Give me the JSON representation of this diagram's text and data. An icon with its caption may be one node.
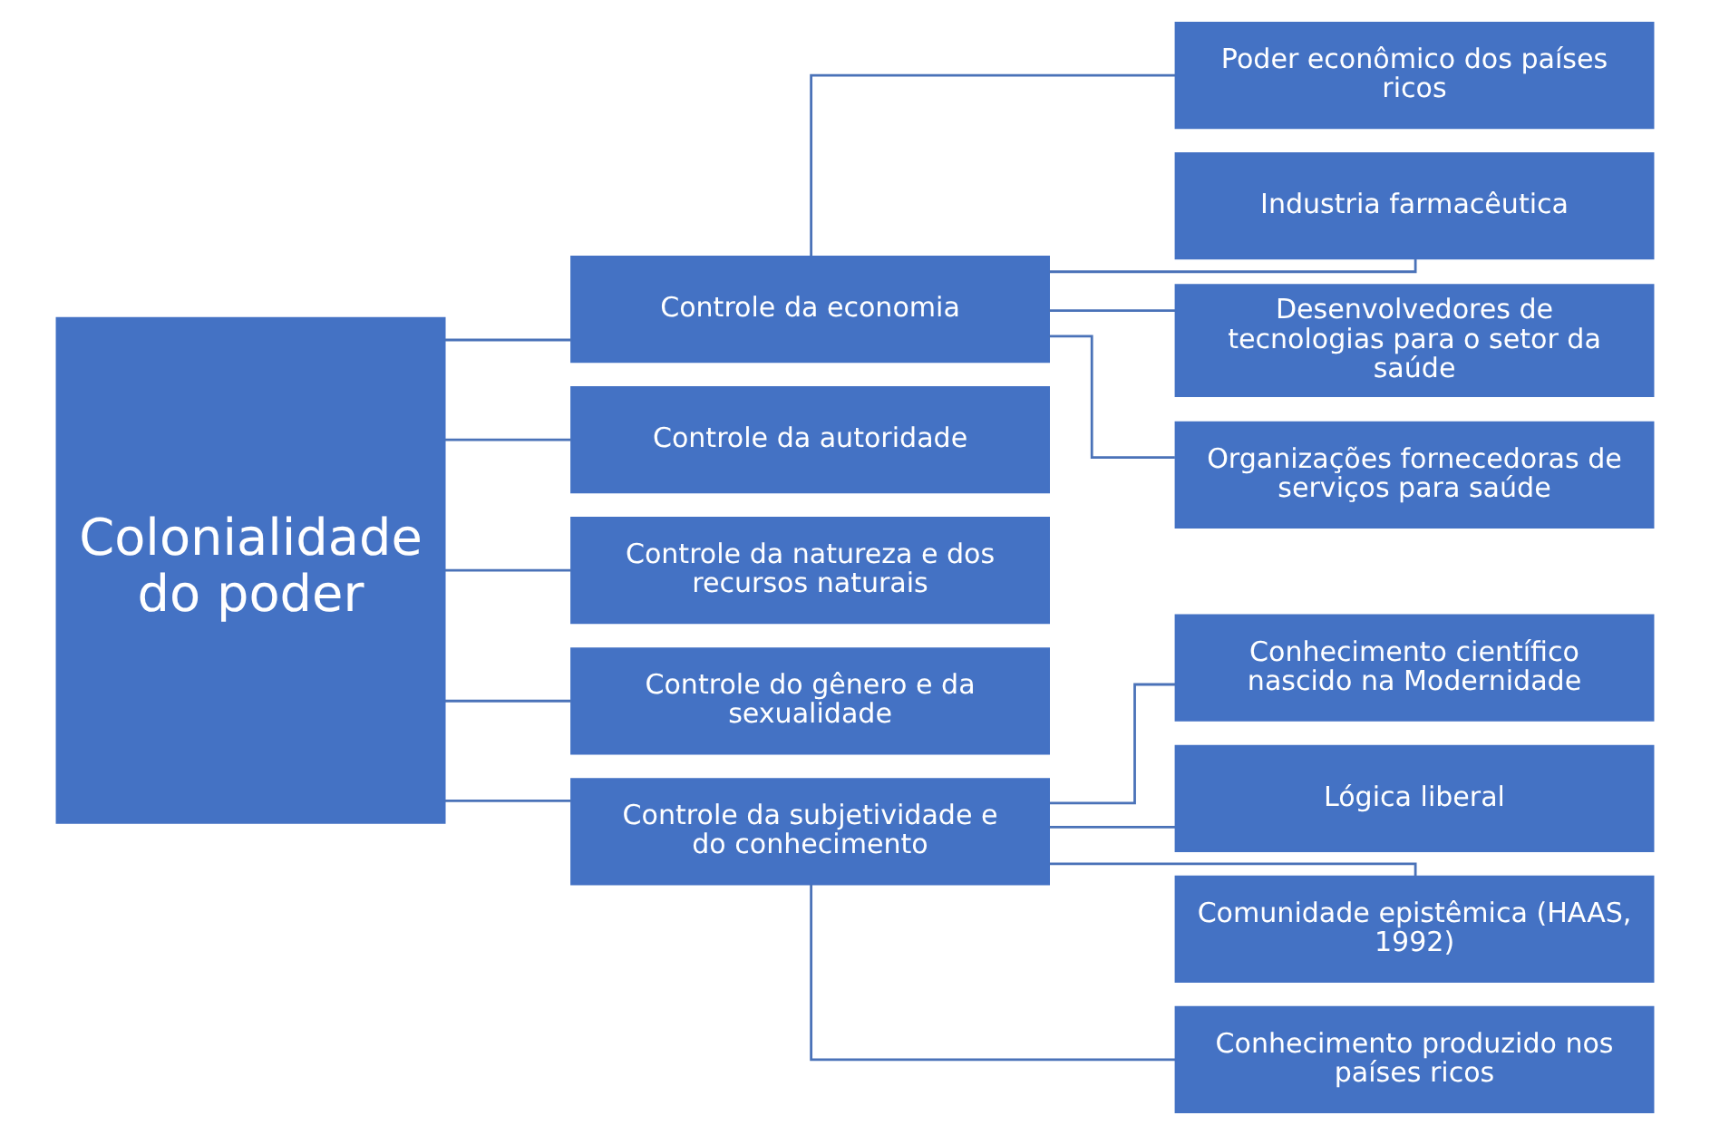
{
  "diagram": {
    "nodes": [
      {
        "text": [
          "Colonialidade do poder"
        ]
      },
      {
        "text": [
          "Controle da economia"
        ]
      },
      {
        "text": [
          "Controle da autoridade"
        ]
      },
      {
        "text": [
          "Controle da natureza e dos recursos naturais"
        ]
      },
      {
        "text": [
          "Controle do gênero e da sexualidade"
        ]
      },
      {
        "text": [
          "Controle da subjetividade e do conhecimento"
        ]
      },
      {
        "text": [
          "Poder econômico dos países ricos"
        ]
      },
      {
        "text": [
          "Industria farmacêutica"
        ]
      },
      {
        "text": [
          "Desenvolvedores de tecnologias para o setor da saúde"
        ]
      },
      {
        "text": [
          "Organizações fornecedoras de serviços para saúde"
        ]
      },
      {
        "text": [
          "Conhecimento científico nascido na Modernidade"
        ]
      },
      {
        "text": [
          "Lógica liberal"
        ]
      },
      {
        "text": [
          "Comunidade epistêmica (HAAS, 1992)"
        ]
      },
      {
        "text": [
          "Conhecimento produzido nos países ricos"
        ]
      }
    ],
    "edges": [
      {
        "from": 0,
        "to": 1,
        "arrow": "none"
      },
      {
        "from": 0,
        "to": 2,
        "arrow": "none"
      },
      {
        "from": 0,
        "to": 3,
        "arrow": "none"
      },
      {
        "from": 0,
        "to": 4,
        "arrow": "none"
      },
      {
        "from": 0,
        "to": 5,
        "arrow": "none"
      },
      {
        "from": 1,
        "to": 6,
        "arrow": "none"
      },
      {
        "from": 1,
        "to": 7,
        "arrow": "none"
      },
      {
        "from": 1,
        "to": 8,
        "arrow": "none"
      },
      {
        "from": 1,
        "to": 9,
        "arrow": "none"
      },
      {
        "from": 5,
        "to": 10,
        "arrow": "none"
      },
      {
        "from": 5,
        "to": 11,
        "arrow": "none"
      },
      {
        "from": 5,
        "to": 12,
        "arrow": "none"
      },
      {
        "from": 5,
        "to": 13,
        "arrow": "none"
      }
    ]
  }
}
